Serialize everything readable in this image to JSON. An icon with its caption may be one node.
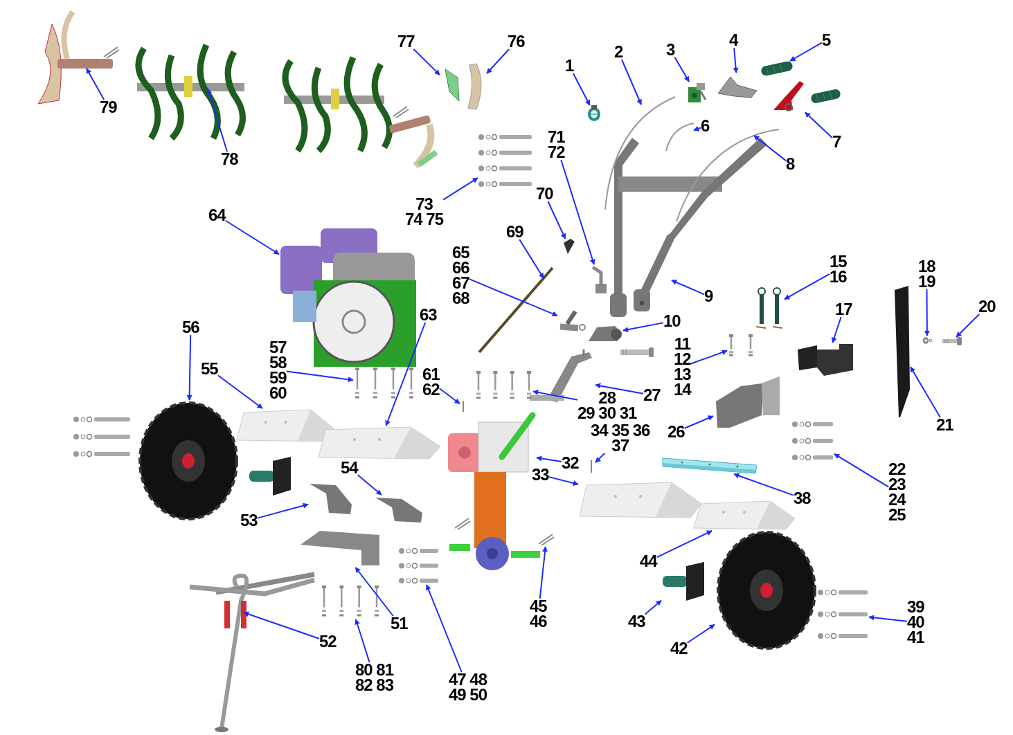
{
  "diagram": {
    "nodes": [
      {
        "text": [
          "1"
        ]
      },
      {
        "text": [],
        "shape": "picture"
      },
      {
        "text": [
          "2"
        ]
      },
      {
        "text": [],
        "shape": "picture"
      },
      {
        "text": [
          "3"
        ]
      },
      {
        "text": [],
        "shape": "picture"
      },
      {
        "text": [
          "4"
        ]
      },
      {
        "text": [],
        "shape": "picture"
      },
      {
        "text": [
          "5"
        ]
      },
      {
        "text": [],
        "shape": "picture"
      },
      {
        "text": [
          "6"
        ]
      },
      {
        "text": [],
        "shape": "picture"
      },
      {
        "text": [
          "7"
        ]
      },
      {
        "text": [],
        "shape": "picture"
      },
      {
        "text": [
          "8"
        ]
      },
      {
        "text": [],
        "shape": "picture"
      },
      {
        "text": [
          "9"
        ]
      },
      {
        "text": [],
        "shape": "picture"
      },
      {
        "text": [
          "10"
        ]
      },
      {
        "text": [],
        "shape": "picture"
      },
      {
        "text": [
          "11 12 13 14"
        ]
      },
      {
        "text": [],
        "shape": "picture"
      },
      {
        "text": [
          "15 16"
        ]
      },
      {
        "text": [],
        "shape": "picture"
      },
      {
        "text": [
          "17"
        ]
      },
      {
        "text": [],
        "shape": "picture"
      },
      {
        "text": [
          "18 19"
        ]
      },
      {
        "text": [],
        "shape": "picture"
      },
      {
        "text": [
          "20"
        ]
      },
      {
        "text": [],
        "shape": "picture"
      },
      {
        "text": [
          "21"
        ]
      },
      {
        "text": [],
        "shape": "picture"
      },
      {
        "text": [
          "22 23 24 25"
        ]
      },
      {
        "text": [],
        "shape": "picture"
      },
      {
        "text": [
          "26"
        ]
      },
      {
        "text": [],
        "shape": "picture"
      },
      {
        "text": [
          "27"
        ]
      },
      {
        "text": [],
        "shape": "picture"
      },
      {
        "text": [
          "28 29 30 31"
        ]
      },
      {
        "text": [],
        "shape": "picture"
      },
      {
        "text": [
          "32"
        ]
      },
      {
        "text": [],
        "shape": "picture"
      },
      {
        "text": [
          "33"
        ]
      },
      {
        "text": [],
        "shape": "picture"
      },
      {
        "text": [
          "34 35 36 37"
        ]
      },
      {
        "text": [],
        "shape": "picture"
      },
      {
        "text": [
          "38"
        ]
      },
      {
        "text": [],
        "shape": "picture"
      },
      {
        "text": [
          "39 40 41"
        ]
      },
      {
        "text": [],
        "shape": "picture"
      },
      {
        "text": [
          "42"
        ]
      },
      {
        "text": [],
        "shape": "picture"
      },
      {
        "text": [
          "43"
        ]
      },
      {
        "text": [],
        "shape": "picture"
      },
      {
        "text": [
          "44"
        ]
      },
      {
        "text": [],
        "shape": "picture"
      },
      {
        "text": [
          "45 46"
        ]
      },
      {
        "text": [],
        "shape": "picture"
      },
      {
        "text": [
          "47 48 49 50"
        ]
      },
      {
        "text": [],
        "shape": "picture"
      },
      {
        "text": [
          "51"
        ]
      },
      {
        "text": [],
        "shape": "picture"
      },
      {
        "text": [
          "52"
        ]
      },
      {
        "text": [],
        "shape": "picture"
      },
      {
        "text": [
          "53"
        ]
      },
      {
        "text": [],
        "shape": "picture"
      },
      {
        "text": [
          "54"
        ]
      },
      {
        "text": [],
        "shape": "picture"
      },
      {
        "text": [
          "55"
        ]
      },
      {
        "text": [],
        "shape": "picture"
      },
      {
        "text": [
          "56"
        ]
      },
      {
        "text": [],
        "shape": "picture"
      },
      {
        "text": [
          "57 58 59 60"
        ]
      },
      {
        "text": [],
        "shape": "picture"
      },
      {
        "text": [
          "61 62"
        ]
      },
      {
        "text": [],
        "shape": "picture"
      },
      {
        "text": [
          "63"
        ]
      },
      {
        "text": [],
        "shape": "picture"
      },
      {
        "text": [
          "64"
        ]
      },
      {
        "text": [],
        "shape": "picture"
      },
      {
        "text": [
          "65 66 67 68"
        ]
      },
      {
        "text": [],
        "shape": "picture"
      },
      {
        "text": [
          "69"
        ]
      },
      {
        "text": [],
        "shape": "picture"
      },
      {
        "text": [
          "70"
        ]
      },
      {
        "text": [],
        "shape": "picture"
      },
      {
        "text": [
          "71 72"
        ]
      },
      {
        "text": [],
        "shape": "picture"
      },
      {
        "text": [
          "73 74 75"
        ]
      },
      {
        "text": [],
        "shape": "picture"
      },
      {
        "text": [
          "76"
        ]
      },
      {
        "text": [],
        "shape": "picture"
      },
      {
        "text": [
          "77"
        ]
      },
      {
        "text": [],
        "shape": "picture"
      },
      {
        "text": [
          "78"
        ]
      },
      {
        "text": [],
        "shape": "picture"
      },
      {
        "text": [
          "79"
        ]
      },
      {
        "text": [],
        "shape": "picture"
      },
      {
        "text": [
          "80 81 82 83"
        ]
      },
      {
        "text": [],
        "shape": "picture"
      }
    ],
    "edges": [
      {
        "from": 0,
        "to": 1,
        "arrow": "to"
      },
      {
        "from": 2,
        "to": 3,
        "arrow": "to"
      },
      {
        "from": 4,
        "to": 5,
        "arrow": "to"
      },
      {
        "from": 6,
        "to": 7,
        "arrow": "to"
      },
      {
        "from": 8,
        "to": 9,
        "arrow": "to"
      },
      {
        "from": 10,
        "to": 11,
        "arrow": "to"
      },
      {
        "from": 12,
        "to": 13,
        "arrow": "to"
      },
      {
        "from": 14,
        "to": 15,
        "arrow": "to"
      },
      {
        "from": 16,
        "to": 17,
        "arrow": "to"
      },
      {
        "from": 18,
        "to": 19,
        "arrow": "to"
      },
      {
        "from": 20,
        "to": 21,
        "arrow": "to"
      },
      {
        "from": 22,
        "to": 23,
        "arrow": "to"
      },
      {
        "from": 24,
        "to": 25,
        "arrow": "to"
      },
      {
        "from": 26,
        "to": 27,
        "arrow": "to"
      },
      {
        "from": 28,
        "to": 29,
        "arrow": "to"
      },
      {
        "from": 30,
        "to": 31,
        "arrow": "to"
      },
      {
        "from": 32,
        "to": 33,
        "arrow": "to"
      },
      {
        "from": 34,
        "to": 35,
        "arrow": "to"
      },
      {
        "from": 36,
        "to": 37,
        "arrow": "to"
      },
      {
        "from": 38,
        "to": 39,
        "arrow": "to"
      },
      {
        "from": 40,
        "to": 41,
        "arrow": "to"
      },
      {
        "from": 42,
        "to": 43,
        "arrow": "to"
      },
      {
        "from": 44,
        "to": 45,
        "arrow": "to"
      },
      {
        "from": 46,
        "to": 47,
        "arrow": "to"
      },
      {
        "from": 48,
        "to": 49,
        "arrow": "to"
      },
      {
        "from": 50,
        "to": 51,
        "arrow": "to"
      },
      {
        "from": 52,
        "to": 53,
        "arrow": "to"
      },
      {
        "from": 54,
        "to": 55,
        "arrow": "to"
      },
      {
        "from": 56,
        "to": 57,
        "arrow": "to"
      },
      {
        "from": 58,
        "to": 59,
        "arrow": "to"
      },
      {
        "from": 60,
        "to": 61,
        "arrow": "to"
      },
      {
        "from": 62,
        "to": 63,
        "arrow": "to"
      },
      {
        "from": 64,
        "to": 65,
        "arrow": "to"
      },
      {
        "from": 66,
        "to": 67,
        "arrow": "to"
      },
      {
        "from": 68,
        "to": 69,
        "arrow": "to"
      },
      {
        "from": 70,
        "to": 71,
        "arrow": "to"
      },
      {
        "from": 72,
        "to": 73,
        "arrow": "to"
      },
      {
        "from": 74,
        "to": 75,
        "arrow": "to"
      },
      {
        "from": 76,
        "to": 77,
        "arrow": "to"
      },
      {
        "from": 78,
        "to": 79,
        "arrow": "to"
      },
      {
        "from": 80,
        "to": 81,
        "arrow": "to"
      },
      {
        "from": 82,
        "to": 83,
        "arrow": "to"
      },
      {
        "from": 84,
        "to": 85,
        "arrow": "to"
      },
      {
        "from": 86,
        "to": 87,
        "arrow": "to"
      },
      {
        "from": 88,
        "to": 89,
        "arrow": "to"
      },
      {
        "from": 90,
        "to": 91,
        "arrow": "to"
      },
      {
        "from": 92,
        "to": 93,
        "arrow": "to"
      },
      {
        "from": 94,
        "to": 95,
        "arrow": "to"
      },
      {
        "from": 96,
        "to": 97,
        "arrow": "to"
      },
      {
        "from": 98,
        "to": 99,
        "arrow": "to"
      }
    ]
  }
}
